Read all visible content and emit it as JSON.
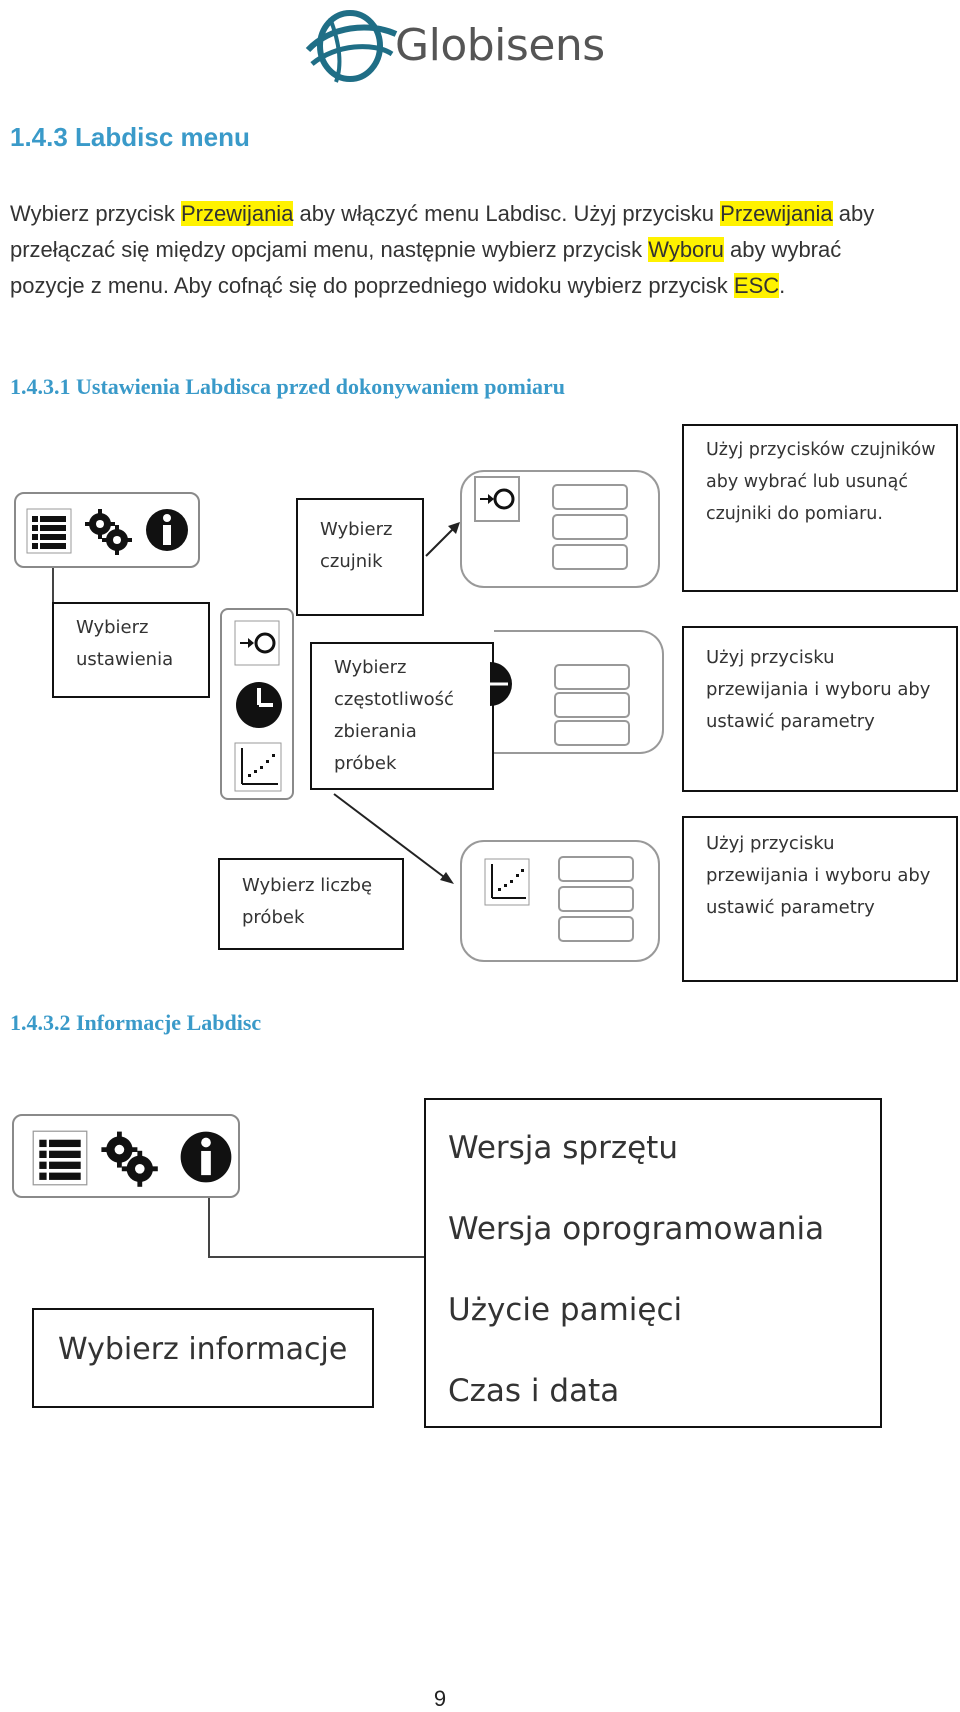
{
  "header": {
    "logo_text": "Globisens"
  },
  "section": {
    "title": "1.4.3 Labdisc menu",
    "paragraph": [
      {
        "text": "Wybierz przycisk ",
        "hl": false
      },
      {
        "text": "Przewijania",
        "hl": true
      },
      {
        "text": " aby włączyć menu Labdisc. Użyj przycisku ",
        "hl": false
      },
      {
        "text": "Przewijania",
        "hl": true
      },
      {
        "text": " aby przełączać się między opcjami menu, następnie wybierz przycisk ",
        "hl": false
      },
      {
        "text": "Wyboru",
        "hl": true
      },
      {
        "text": " aby wybrać pozycje z menu. Aby cofnąć się do poprzedniego widoku wybierz przycisk ",
        "hl": false
      },
      {
        "text": "ESC",
        "hl": true
      },
      {
        "text": ".",
        "hl": false
      }
    ]
  },
  "subsection1": {
    "title": "1.4.3.1 Ustawienia Labdisca przed dokonywaniem pomiaru",
    "boxes": {
      "select_sensor": "Wybierz czujnik",
      "sensor_hint": "Użyj przycisków czujników aby wybrać lub usunąć czujniki do pomiaru.",
      "select_settings": "Wybierz ustawienia",
      "select_rate": "Wybierz częstotliwość zbierania próbek",
      "rate_hint": "Użyj przycisku przewijania i wyboru aby ustawić parametry",
      "select_samples": "Wybierz liczbę próbek",
      "samples_hint": "Użyj przycisku przewijania i wyboru aby ustawić parametry"
    }
  },
  "subsection2": {
    "title": "1.4.3.2 Informacje Labdisc",
    "select_info": "Wybierz informacje",
    "info_items": [
      "Wersja sprzętu",
      "Wersja oprogramowania",
      "Użycie pamięci",
      "Czas i data"
    ]
  },
  "icons": [
    "list-icon",
    "gears-icon",
    "info-icon",
    "sensor-icon",
    "clock-icon",
    "scatter-plot-icon"
  ],
  "page_number": "9",
  "colors": {
    "heading": "#3A9AC9",
    "highlight": "#FFF200"
  }
}
